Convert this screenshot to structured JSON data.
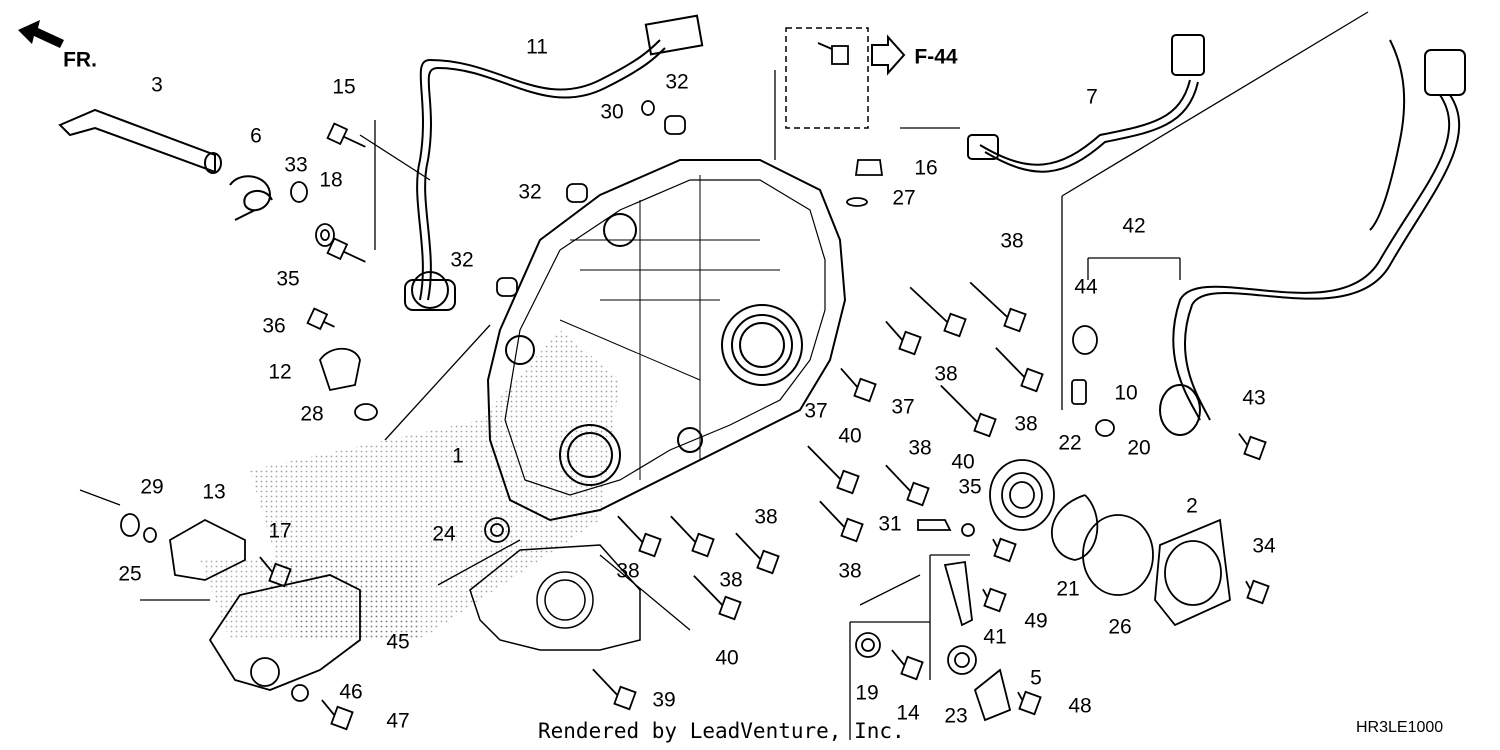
{
  "front_indicator": "FR.",
  "reference_callout": "F-44",
  "footer_text": "Rendered by LeadVenture, Inc.",
  "diagram_code": "HR3LE1000",
  "callouts": {
    "c1": "1",
    "c2": "2",
    "c3": "3",
    "c5": "5",
    "c6": "6",
    "c7": "7",
    "c10": "10",
    "c11": "11",
    "c12": "12",
    "c13": "13",
    "c14": "14",
    "c15": "15",
    "c16": "16",
    "c17": "17",
    "c18": "18",
    "c19": "19",
    "c20": "20",
    "c21": "21",
    "c22": "22",
    "c23": "23",
    "c24": "24",
    "c25": "25",
    "c26": "26",
    "c27": "27",
    "c28": "28",
    "c29": "29",
    "c30": "30",
    "c31": "31",
    "c32": "32",
    "c33": "33",
    "c34": "34",
    "c35": "35",
    "c36": "36",
    "c37": "37",
    "c38": "38",
    "c39": "39",
    "c40": "40",
    "c41": "41",
    "c42": "42",
    "c43": "43",
    "c44": "44",
    "c45": "45",
    "c46": "46",
    "c47": "47",
    "c48": "48",
    "c49": "49"
  }
}
